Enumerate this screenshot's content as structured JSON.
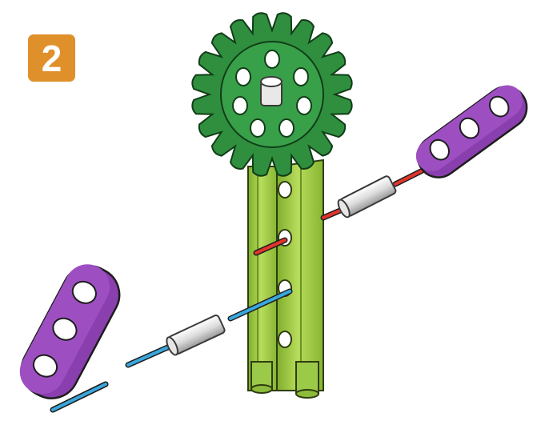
{
  "step": {
    "number": "2"
  },
  "colors": {
    "badge": "#e0902a",
    "gear": "#2f8f3e",
    "frame": "#a5cf4c",
    "link_bar": "#8a3fae",
    "red_rod": "#e0352b",
    "blue_rod": "#3aa7dc",
    "connector": "#d9d9d9"
  },
  "parts": [
    {
      "name": "gear",
      "icon": "green-gear-icon"
    },
    {
      "name": "frame-rod",
      "icon": "green-rod-icon"
    },
    {
      "name": "link-bar",
      "icon": "purple-bar-icon"
    },
    {
      "name": "axle",
      "icon": "axle-icon"
    },
    {
      "name": "connector",
      "icon": "gray-connector-icon"
    }
  ]
}
